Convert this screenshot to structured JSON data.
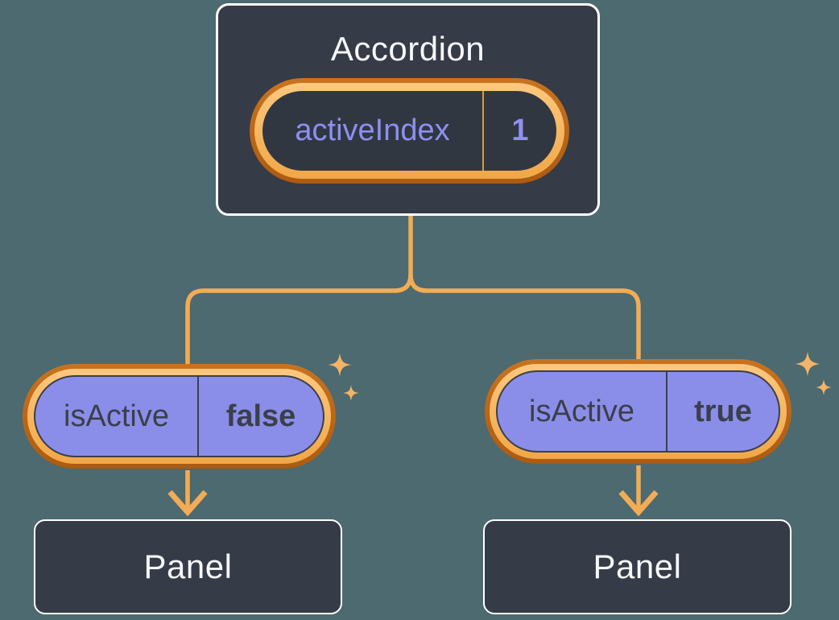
{
  "colors": {
    "bg": "#4C6A70",
    "box-fill": "#353B47",
    "box-border": "#FFFFFF",
    "title-text": "#F7F8FB",
    "purple-fill": "#8B8EE8",
    "purple-text": "#8D8FF2",
    "dark-text": "#3A3F4B",
    "ring-dark-top": "#C9731F",
    "ring-dark-bottom": "#AC5B10",
    "ring-light-top": "#FDC87F",
    "ring-light-bottom": "#F0A747",
    "pill-inner-dark": "#313741",
    "divider-orange": "#D99B49",
    "line": "#F3AC55",
    "sparkle": "#F4B467"
  },
  "icons": {
    "sparkle-icon": "✦ four-pointed star",
    "arrow-down-icon": "↓"
  },
  "tree": {
    "root": {
      "title": "Accordion",
      "pill": {
        "label": "activeIndex",
        "value": "1"
      }
    },
    "children": [
      {
        "pill": {
          "label": "isActive",
          "value": "false"
        },
        "panel_title": "Panel"
      },
      {
        "pill": {
          "label": "isActive",
          "value": "true"
        },
        "panel_title": "Panel"
      }
    ]
  }
}
